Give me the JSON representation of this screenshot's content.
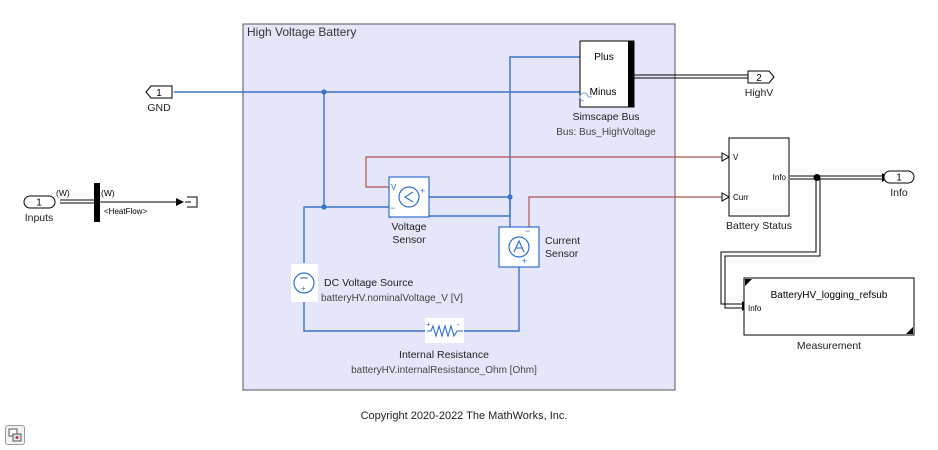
{
  "subsystem": {
    "title": "High Voltage Battery"
  },
  "ports": {
    "gnd": {
      "number": "1",
      "label": "GND"
    },
    "highv": {
      "number": "2",
      "label": "HighV"
    },
    "inputs": {
      "number": "1",
      "label": "Inputs"
    },
    "info": {
      "number": "1",
      "label": "Info"
    }
  },
  "signals": {
    "w1": "(W)",
    "w2": "(W)",
    "heatflow": "<HeatFlow>"
  },
  "blocks": {
    "simscape_bus": {
      "name": "Simscape Bus",
      "sub": "Bus: Bus_HighVoltage",
      "port_plus": "Plus",
      "port_minus": "Minus"
    },
    "voltage_sensor": {
      "name_line1": "Voltage",
      "name_line2": "Sensor",
      "port_v": "V"
    },
    "current_sensor": {
      "name_line1": "Current",
      "name_line2": "Sensor"
    },
    "dc_source": {
      "name": "DC Voltage Source",
      "sub": "batteryHV.nominalVoltage_V [V]"
    },
    "resistance": {
      "name": "Internal Resistance",
      "sub": "batteryHV.internalResistance_Ohm [Ohm]"
    },
    "battery_status": {
      "name": "Battery Status",
      "port_v": "V",
      "port_curr": "Curr",
      "port_info": "Info"
    },
    "measurement": {
      "name": "Measurement",
      "ref": "BatteryHV_logging_refsub",
      "port_info": "Info"
    }
  },
  "footer": {
    "copyright": "Copyright 2020-2022 The MathWorks, Inc."
  },
  "colors": {
    "subsystem_fill": "#e6e6fa",
    "physical_wire": "#3b73c8",
    "signal_wire": "#b05050"
  },
  "icons": {
    "status_button": "model-status-icon"
  }
}
